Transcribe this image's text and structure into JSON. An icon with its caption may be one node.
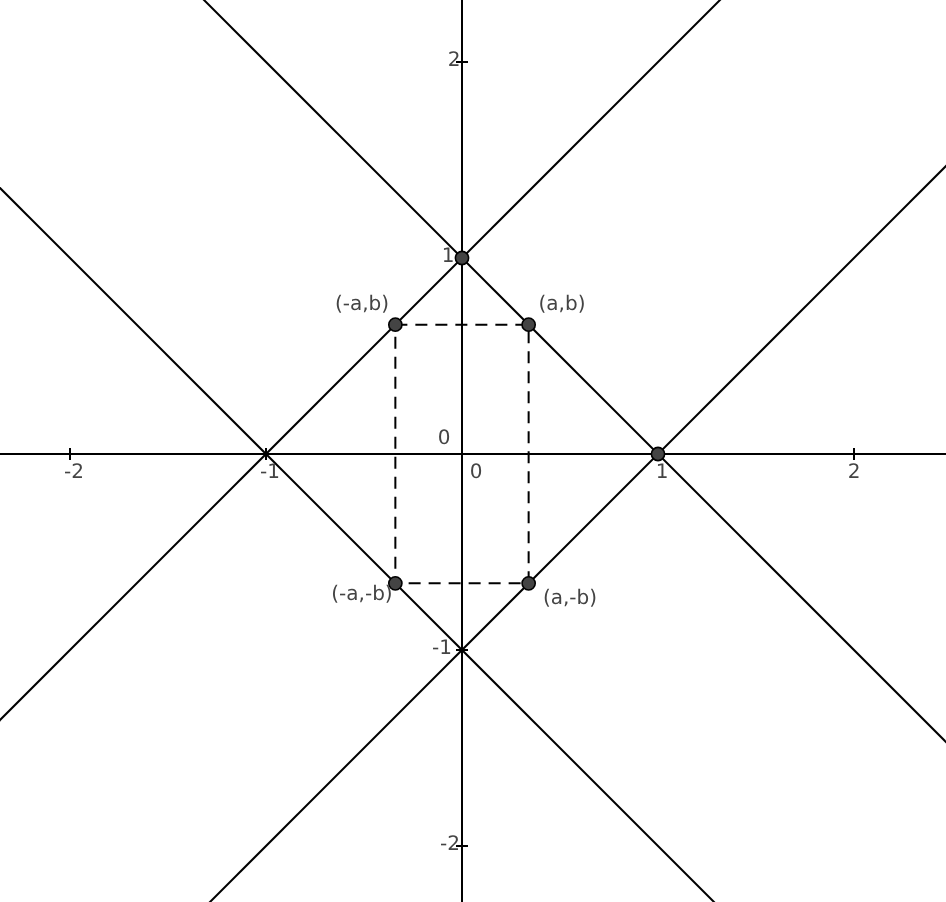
{
  "diagram": {
    "labels": [
      "2",
      "1",
      "(-a,b)",
      "(a,b)",
      "0",
      "-2",
      "-1",
      "0",
      "1",
      "2",
      "(-a,-b)",
      "(a,-b)",
      "-1",
      "-2"
    ]
  }
}
